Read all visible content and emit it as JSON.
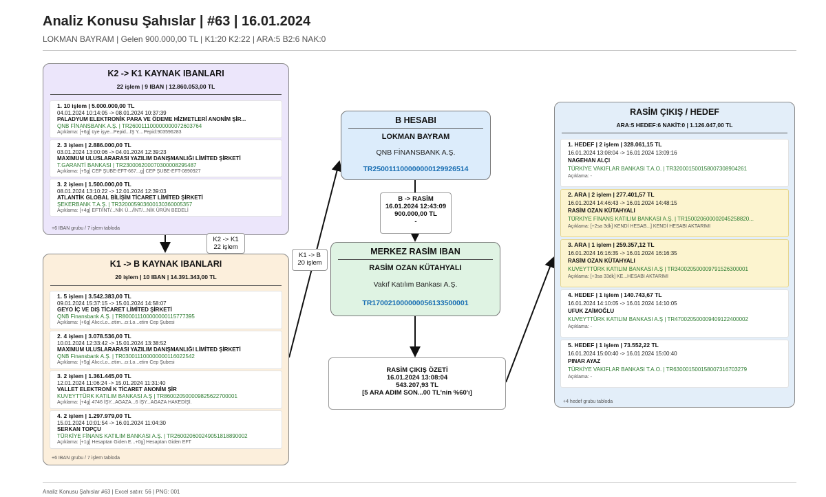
{
  "header": {
    "title": "Analiz Konusu Şahıslar | #63 | 16.01.2024",
    "subtitle": "LOKMAN BAYRAM | Gelen 900.000,00 TL | K1:20 K2:22 | ARA:5 B2:6 NAK:0"
  },
  "k2_panel": {
    "title": "K2 -> K1 KAYNAK IBANLARI",
    "summary": "22 işlem | 9 IBAN | 12.860.053,00 TL",
    "cards": [
      {
        "head": "1. 10 işlem | 5.000.000,00 TL",
        "time": "04.01.2024 10:14:05 -> 08.01.2024 10:37:39",
        "name": "PALADYUM ELEKTRONİK PARA VE ÖDEME HİZMETLERİ ANONİM ŞİR...",
        "bank": "QNB FİNANSBANK A.Ş. | TR260011100000000072603764",
        "desc": "Açıklama: [+6g] üye işye...Pepid...İŞ Y....Pepid:903596283"
      },
      {
        "head": "2. 3 işlem | 2.886.000,00 TL",
        "time": "03.01.2024 13:00:06 -> 04.01.2024 12:39:23",
        "name": "MAXIMUM ULUSLARARASI YAZILIM DANIŞMANLIĞI LİMİTED ŞİRKETİ",
        "bank": "T.GARANTİ BANKASI | TR230006200070300008295487",
        "desc": "Açıklama: [+5g] CEP ŞUBE-EFT-667...g] CEP ŞUBE-EFT-0890927"
      },
      {
        "head": "3. 2 işlem | 1.500.000,00 TL",
        "time": "08.01.2024 13:10:22 -> 12.01.2024 12:39:03",
        "name": "ATLANTİK GLOBAL BİLİŞİM TİCARET LİMİTED ŞİRKETİ",
        "bank": "ŞEKERBANK T.A.Ş. | TR320005903600130360005357",
        "desc": "Açıklama: [+4g] EFT/İNT/...NİK Ü.../İNT/...NİK ÜRÜN BEDELİ"
      }
    ],
    "footer": "+6 IBAN grubu / 7 işlem tabloda"
  },
  "k1_panel": {
    "title": "K1 -> B KAYNAK IBANLARI",
    "summary": "20 işlem | 10 IBAN | 14.391.343,00 TL",
    "cards": [
      {
        "head": "1. 5 işlem | 3.542.383,00 TL",
        "time": "09.01.2024 15:37:15 -> 15.01.2024 14:58:07",
        "name": "GEYO İÇ VE DIŞ TİCARET LİMİTED ŞİRKETİ",
        "bank": "QNB Finansbank A.Ş. | TR800011100000000115777395",
        "desc": "Açıklama: [+6g] Alıcı:Lo...etim...cı:Lo...etim Cep Şubesi"
      },
      {
        "head": "2. 4 işlem | 3.078.536,00 TL",
        "time": "10.01.2024 12:33:42 -> 15.01.2024 13:38:52",
        "name": "MAXIMUM ULUSLARARASI YAZILIM DANIŞMANLIĞI LİMİTED ŞİRKETİ",
        "bank": "QNB Finansbank A.Ş. | TR030011100000000116022542",
        "desc": "Açıklama: [+5g] Alıcı:Lo...etim...cı:Lo...etim Cep Şubesi"
      },
      {
        "head": "3. 2 işlem | 1.361.445,00 TL",
        "time": "12.01.2024 11:06:24 -> 15.01.2024 11:31:40",
        "name": "VALLET ELEKTRONİ K TİCARET ANONİM ŞİR",
        "bank": "KUVEYTTÜRK KATILIM BANKASI A.Ş | TR860020500009825622700001",
        "desc": "Açıklama: [+4g] 4746 İŞY...AGAZA...6 İŞY...AGAZA HAKEDİŞİ."
      },
      {
        "head": "4. 2 işlem | 1.297.979,00 TL",
        "time": "15.01.2024 10:01:54 -> 16.01.2024 11:04:30",
        "name": "SERKAN TOPÇU",
        "bank": "TÜRKİYE FİNANS KATILIM BANKASI A.Ş. | TR260020600249051818890002",
        "desc": "Açıklama: [+1g] Hesaptan Giden E...+0g] Hesaptan Giden EFT"
      }
    ],
    "footer": "+6 IBAN grubu / 7 işlem tabloda"
  },
  "b_node": {
    "title": "B HESABI",
    "name": "LOKMAN BAYRAM",
    "bank": "QNB FİNANSBANK A.Ş.",
    "iban": "TR250011100000000129926514"
  },
  "merkez_node": {
    "title": "MERKEZ RASİM IBAN",
    "name": "RASİM OZAN KÜTAHYALI",
    "bank": "Vakıf Katılım Bankası A.Ş.",
    "iban": "TR170021000000056133500001"
  },
  "edge_labels": {
    "k2_k1": {
      "line1": "K2 -> K1",
      "line2": "22 işlem"
    },
    "k1_b": {
      "line1": "K1 -> B",
      "line2": "20 işlem"
    },
    "b_rasim": {
      "line1": "B -> RASİM",
      "line2": "16.01.2024 12:43:09",
      "line3": "900.000,00 TL",
      "line4": "-"
    }
  },
  "cikis_ozeti": {
    "line1": "RASİM ÇIKIŞ ÖZETİ",
    "line2": "16.01.2024 13:08:04",
    "line3": "543.207,93 TL",
    "line4": "[5 ARA ADIM SON...00 TL'nin %60'ı]"
  },
  "hedef_panel": {
    "title": "RASİM ÇIKIŞ / HEDEF",
    "summary": "ARA:5 HEDEF:6 NAKİT:0 | 1.126.047,00 TL",
    "cards": [
      {
        "head": "1. HEDEF | 2 işlem | 328.061,15 TL",
        "time": "16.01.2024 13:08:04 -> 16.01.2024 13:09:16",
        "name": "NAGEHAN ALÇI",
        "bank": "TÜRKİYE VAKIFLAR BANKASI T.A.O. | TR320001500158007308904261",
        "desc": "Açıklama: -"
      },
      {
        "head": "2. ARA | 2 işlem | 277.401,57 TL",
        "time": "16.01.2024 14:46:43 -> 16.01.2024 14:48:15",
        "name": "RASİM OZAN KÜTAHYALI",
        "bank": "TÜRKİYE FİNANS KATILIM BANKASI A.Ş. | TR150020600002045258820...",
        "desc": "Açıklama: [+2sa 3dk] KENDİ HESAB...] KENDİ HESABI AKTARIMI"
      },
      {
        "head": "3. ARA | 1 işlem | 259.357,12 TL",
        "time": "16.01.2024 16:16:35 -> 16.01.2024 16:16:35",
        "name": "RASİM OZAN KÜTAHYALI",
        "bank": "KUVEYTTÜRK KATILIM BANKASI A.Ş | TR340020500009791526300001",
        "desc": "Açıklama: [+3sa 33dk] KE...HESABI AKTARIMI"
      },
      {
        "head": "4. HEDEF | 1 işlem | 140.743,67 TL",
        "time": "16.01.2024 14:10:05 -> 16.01.2024 14:10:05",
        "name": "UFUK ZAİMOĞLU",
        "bank": "KUVEYTTÜRK KATILIM BANKASI A.Ş | TR470020500009409122400002",
        "desc": "Açıklama: -"
      },
      {
        "head": "5. HEDEF | 1 işlem | 73.552,22 TL",
        "time": "16.01.2024 15:00:40 -> 16.01.2024 15:00:40",
        "name": "PINAR AYAZ",
        "bank": "TÜRKİYE VAKIFLAR BANKASI T.A.O. | TR630001500158007316703279",
        "desc": "Açıklama: -"
      }
    ],
    "footer": "+4 hedef grubu tabloda"
  },
  "footer": {
    "text": "Analiz Konusu Şahıslar #63 | Excel satırı: 56 | PNG: 001"
  },
  "colors": {
    "k2_bg": "#ece6fb",
    "k1_bg": "#fcefdc",
    "b_bg": "#dcecfb",
    "merkez_bg": "#dff3e3",
    "hedef_bg": "#e3eef9",
    "highlight": "#fcf4cf",
    "bank_green": "#2e7d32",
    "iban_blue": "#1a6fb3"
  }
}
